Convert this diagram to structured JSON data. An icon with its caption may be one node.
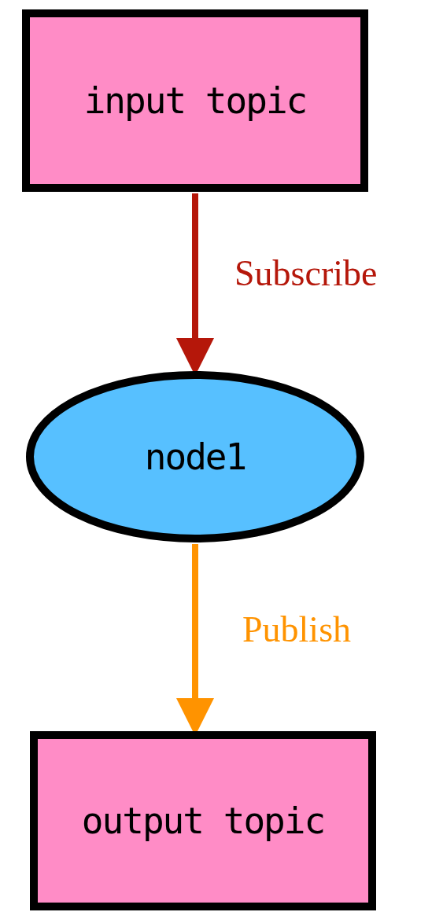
{
  "diagram": {
    "nodes": [
      {
        "text": [
          "input topic"
        ]
      },
      {
        "text": [
          "node1"
        ]
      },
      {
        "text": [
          "output topic"
        ]
      }
    ],
    "edges": [
      {
        "from": 0,
        "to": 1,
        "arrow": "to",
        "label": "Subscribe",
        "color": "#b5170a"
      },
      {
        "from": 1,
        "to": 2,
        "arrow": "to",
        "label": "Publish",
        "color": "#ff9300"
      }
    ]
  }
}
